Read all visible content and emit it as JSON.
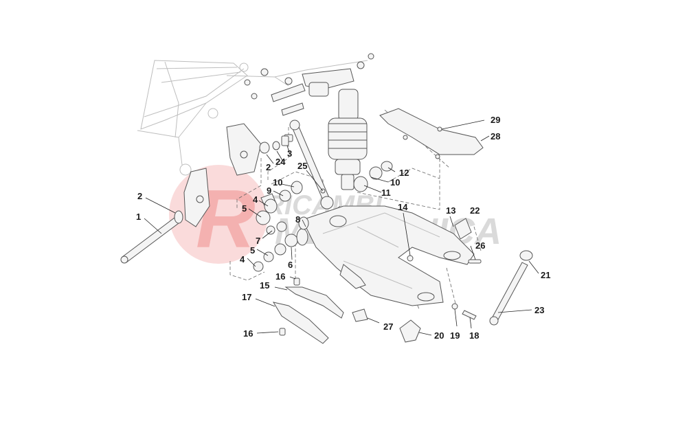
{
  "watermark": {
    "logo_letter": "R",
    "line1": "RICAMBI",
    "line2": "MECCANICA",
    "logo_color": "#e53935",
    "text_color": "#d7d7d7"
  },
  "callouts": {
    "c1": "1",
    "c2a": "2",
    "c2b": "2",
    "c3": "3",
    "c4a": "4",
    "c4b": "4",
    "c5a": "5",
    "c5b": "5",
    "c6": "6",
    "c7": "7",
    "c8": "8",
    "c9": "9",
    "c10a": "10",
    "c10b": "10",
    "c11": "11",
    "c12": "12",
    "c13": "13",
    "c14": "14",
    "c15": "15",
    "c16a": "16",
    "c16b": "16",
    "c17": "17",
    "c18": "18",
    "c19": "19",
    "c20": "20",
    "c21": "21",
    "c22": "22",
    "c23": "23",
    "c24": "24",
    "c25": "25",
    "c26": "26",
    "c27": "27",
    "c28": "28",
    "c29": "29"
  }
}
